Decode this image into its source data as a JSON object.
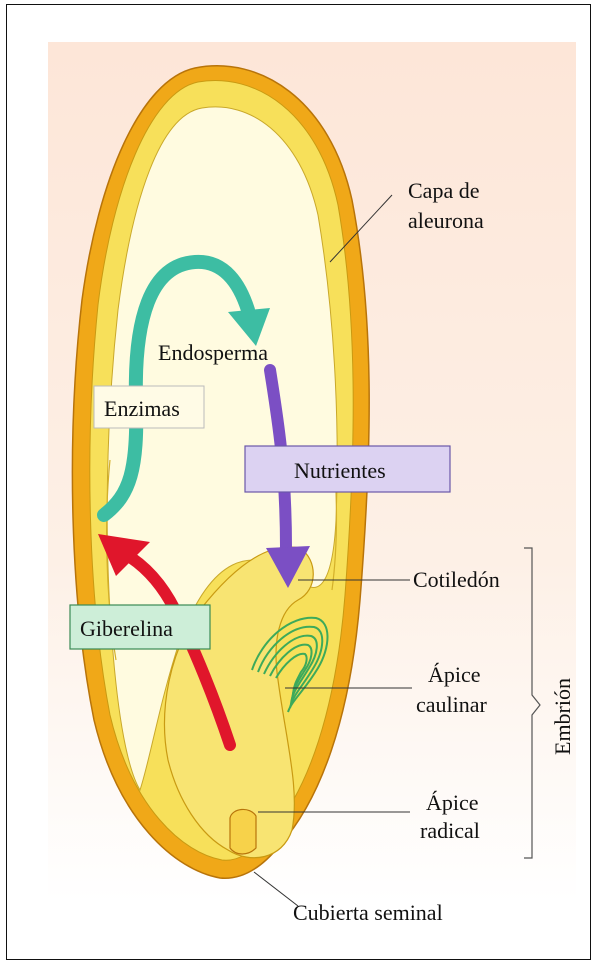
{
  "labels": {
    "capa_line1": "Capa de",
    "capa_line2": "aleurona",
    "endosperma": "Endosperma",
    "enzimas": "Enzimas",
    "nutrientes": "Nutrientes",
    "giberelina": "Giberelina",
    "cotiledon": "Cotiledón",
    "apice_caulinar_line1": "Ápice",
    "apice_caulinar_line2": "caulinar",
    "apice_radical_line1": "Ápice",
    "apice_radical_line2": "radical",
    "embrion": "Embrión",
    "cubierta": "Cubierta seminal"
  },
  "colors": {
    "background_tint": "#fde9dd",
    "seed_coat": "#f0a818",
    "aleurone": "#f7e05a",
    "endosperm": "#fffbe0",
    "embryo": "#f8e472",
    "shoot_apex": "#3daa5a",
    "enzymes_arrow": "#3dbda3",
    "nutrients_arrow": "#7b4fc4",
    "gibberellin_arrow": "#e0162b",
    "nutrientes_box": "#dcd2f2",
    "giberelina_box": "#cdeed8",
    "enzimas_box": "#fffbe6"
  }
}
